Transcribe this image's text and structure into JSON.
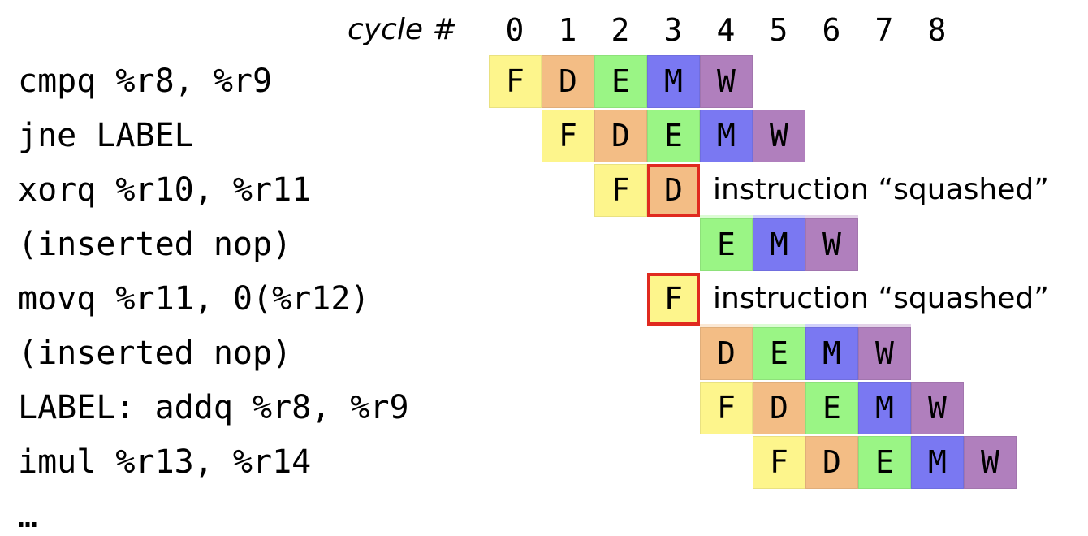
{
  "header": {
    "cycle_label": "cycle #",
    "cycles": [
      "0",
      "1",
      "2",
      "3",
      "4",
      "5",
      "6",
      "7",
      "8"
    ]
  },
  "colors": {
    "F": "#fdf58c",
    "D": "#f3bd85",
    "E": "#9af585",
    "M": "#7a78f2",
    "W": "#b07fbd",
    "highlight_border": "#e02a1f"
  },
  "rows": [
    {
      "instruction": "cmpq %r8, %r9",
      "stages": [
        {
          "label": "F",
          "cycle": 0
        },
        {
          "label": "D",
          "cycle": 1
        },
        {
          "label": "E",
          "cycle": 2
        },
        {
          "label": "M",
          "cycle": 3
        },
        {
          "label": "W",
          "cycle": 4
        }
      ]
    },
    {
      "instruction": "jne LABEL",
      "stages": [
        {
          "label": "F",
          "cycle": 1
        },
        {
          "label": "D",
          "cycle": 2
        },
        {
          "label": "E",
          "cycle": 3
        },
        {
          "label": "M",
          "cycle": 4
        },
        {
          "label": "W",
          "cycle": 5
        }
      ]
    },
    {
      "instruction": "xorq %r10, %r11",
      "stages": [
        {
          "label": "F",
          "cycle": 2
        },
        {
          "label": "D",
          "cycle": 3,
          "highlight": true
        }
      ],
      "note": "instruction “squashed”"
    },
    {
      "instruction": "(inserted nop)",
      "stages": [
        {
          "label": "E",
          "cycle": 4
        },
        {
          "label": "M",
          "cycle": 5
        },
        {
          "label": "W",
          "cycle": 6
        }
      ],
      "ghost": true
    },
    {
      "instruction": "movq %r11, 0(%r12)",
      "stages": [
        {
          "label": "F",
          "cycle": 3,
          "highlight": true
        }
      ],
      "note": "instruction “squashed”"
    },
    {
      "instruction": "(inserted nop)",
      "stages": [
        {
          "label": "D",
          "cycle": 4
        },
        {
          "label": "E",
          "cycle": 5
        },
        {
          "label": "M",
          "cycle": 6
        },
        {
          "label": "W",
          "cycle": 7
        }
      ],
      "ghost": true
    },
    {
      "instruction": "LABEL: addq %r8, %r9",
      "stages": [
        {
          "label": "F",
          "cycle": 4
        },
        {
          "label": "D",
          "cycle": 5
        },
        {
          "label": "E",
          "cycle": 6
        },
        {
          "label": "M",
          "cycle": 7
        },
        {
          "label": "W",
          "cycle": 8
        }
      ]
    },
    {
      "instruction": "imul %r13, %r14",
      "stages": [
        {
          "label": "F",
          "cycle": 5
        },
        {
          "label": "D",
          "cycle": 6
        },
        {
          "label": "E",
          "cycle": 7
        },
        {
          "label": "M",
          "cycle": 8
        },
        {
          "label": "W",
          "cycle": 9
        }
      ]
    },
    {
      "instruction": "…",
      "stages": []
    }
  ]
}
